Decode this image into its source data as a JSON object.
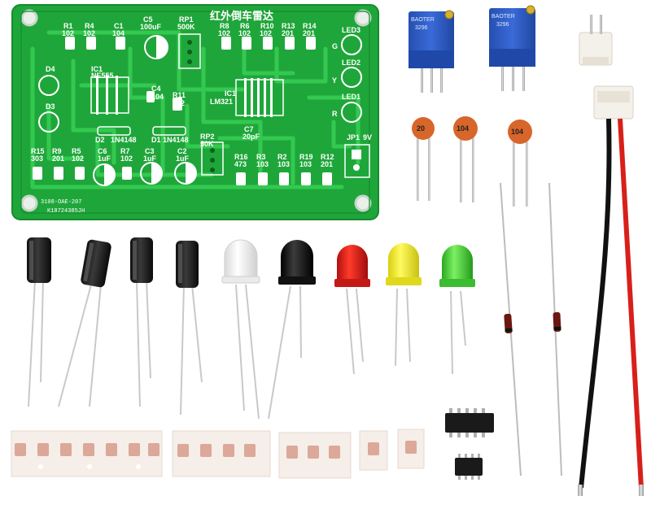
{
  "pcb": {
    "title_cn": "红外倒车雷达",
    "board_code": "3108-OAE-207",
    "board_code2": "K18724385JH",
    "labels": [
      {
        "ref": "R1",
        "val": "102"
      },
      {
        "ref": "R4",
        "val": "102"
      },
      {
        "ref": "C1",
        "val": "104"
      },
      {
        "ref": "C5",
        "val": "100uF"
      },
      {
        "ref": "RP1",
        "val": "500K"
      },
      {
        "ref": "R8",
        "val": "102"
      },
      {
        "ref": "R6",
        "val": "102"
      },
      {
        "ref": "R10",
        "val": "102"
      },
      {
        "ref": "R13",
        "val": "201"
      },
      {
        "ref": "R14",
        "val": "201"
      },
      {
        "ref": "LED3",
        "val": ""
      },
      {
        "ref": "LED2",
        "val": ""
      },
      {
        "ref": "LED1",
        "val": ""
      },
      {
        "ref": "D4",
        "val": ""
      },
      {
        "ref": "D3",
        "val": ""
      },
      {
        "ref": "IC1",
        "val": "NE555"
      },
      {
        "ref": "C4",
        "val": "104"
      },
      {
        "ref": "R11",
        "val": "102"
      },
      {
        "ref": "IC1",
        "val": "LM321"
      },
      {
        "ref": "D2",
        "val": "1N4148"
      },
      {
        "ref": "D1",
        "val": "1N4148"
      },
      {
        "ref": "RP2",
        "val": "50K"
      },
      {
        "ref": "C7",
        "val": "20pF"
      },
      {
        "ref": "JP1",
        "val": "9V"
      },
      {
        "ref": "R15",
        "val": "303"
      },
      {
        "ref": "R9",
        "val": "201"
      },
      {
        "ref": "R5",
        "val": "102"
      },
      {
        "ref": "C6",
        "val": "1uF"
      },
      {
        "ref": "R7",
        "val": "102"
      },
      {
        "ref": "C3",
        "val": "1uF"
      },
      {
        "ref": "C2",
        "val": "1uF"
      },
      {
        "ref": "R16",
        "val": "473"
      },
      {
        "ref": "R3",
        "val": "103"
      },
      {
        "ref": "R2",
        "val": "103"
      },
      {
        "ref": "R19",
        "val": "103"
      },
      {
        "ref": "R12",
        "val": "201"
      }
    ],
    "led_marks": [
      "G",
      "Y",
      "R"
    ]
  },
  "pots": [
    {
      "brand": "BAOTER",
      "code": "3296"
    },
    {
      "brand": "BAOTER",
      "code": "3296"
    }
  ],
  "ceramic_caps": [
    "20",
    "104",
    "104"
  ],
  "colors": {
    "pcb_green": "#1fa63a",
    "trace_green": "#2fc24a",
    "pot_blue": "#2f5fc4",
    "ceramic_orange": "#d8652a",
    "led_red": "#e0201c",
    "led_yellow": "#f4ee2a",
    "led_green": "#49d43a",
    "led_black": "#111111"
  }
}
